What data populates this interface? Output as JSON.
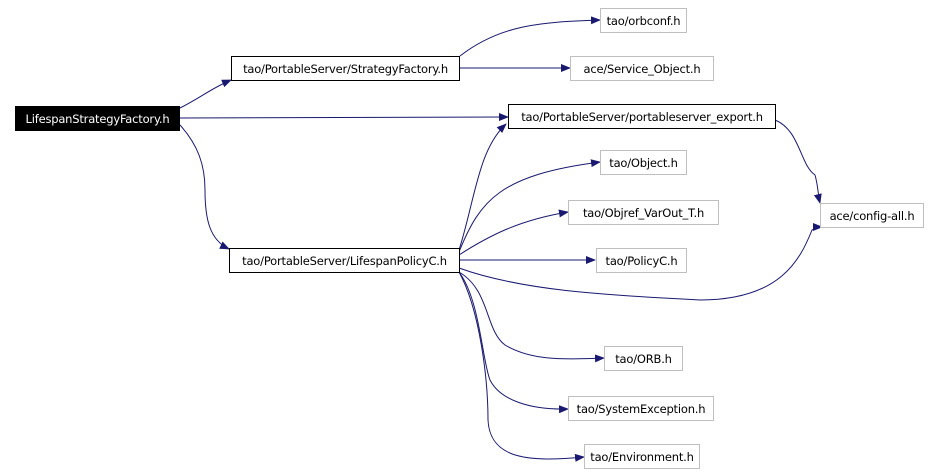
{
  "colors": {
    "edge": "#191970",
    "root_fill": "#000000",
    "root_text": "#ffffff",
    "node_border": "#000000",
    "external_border": "#bfbfbf"
  },
  "nodes": {
    "root": {
      "label": "LifespanStrategyFactory.h"
    },
    "strategy_factory": {
      "label": "tao/PortableServer/StrategyFactory.h"
    },
    "portableserver_export": {
      "label": "tao/PortableServer/portableserver_export.h"
    },
    "lifespan_policy_c": {
      "label": "tao/PortableServer/LifespanPolicyC.h"
    },
    "orbconf": {
      "label": "tao/orbconf.h"
    },
    "service_object": {
      "label": "ace/Service_Object.h"
    },
    "object": {
      "label": "tao/Object.h"
    },
    "objref_varout": {
      "label": "tao/Objref_VarOut_T.h"
    },
    "config_all": {
      "label": "ace/config-all.h"
    },
    "policy_c": {
      "label": "tao/PolicyC.h"
    },
    "orb": {
      "label": "tao/ORB.h"
    },
    "system_exception": {
      "label": "tao/SystemException.h"
    },
    "environment": {
      "label": "tao/Environment.h"
    }
  }
}
